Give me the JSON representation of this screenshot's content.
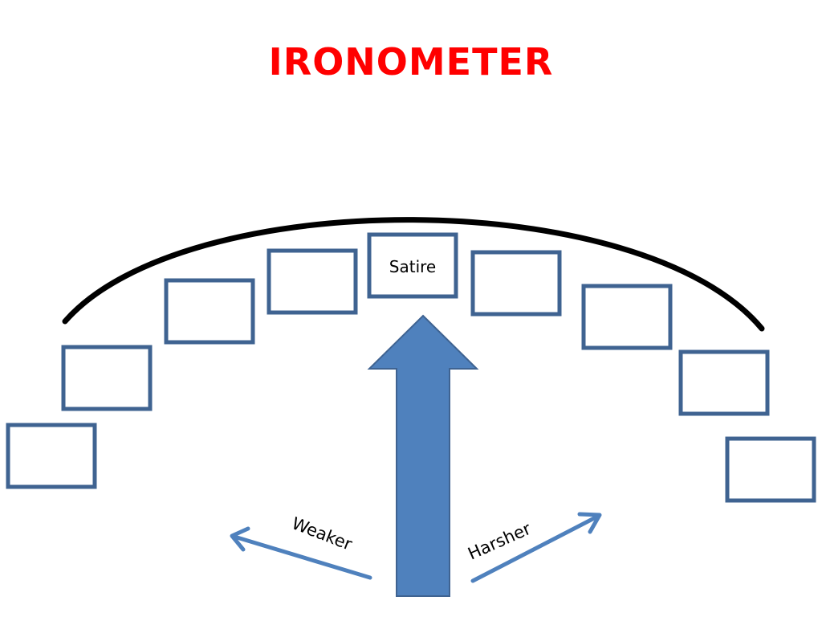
{
  "title": "IRONOMETER",
  "colors": {
    "title": "#ff0000",
    "arc": "#000000",
    "box_border": "#3f6391",
    "arrow_fill": "#4f81bd",
    "arrow_stroke": "#3f6391",
    "side_arrow": "#4f81bd"
  },
  "scale_boxes": [
    "",
    "",
    "",
    "",
    "Satire",
    "",
    "",
    "",
    ""
  ],
  "arrows": {
    "left_label": "Weaker",
    "right_label": "Harsher"
  }
}
